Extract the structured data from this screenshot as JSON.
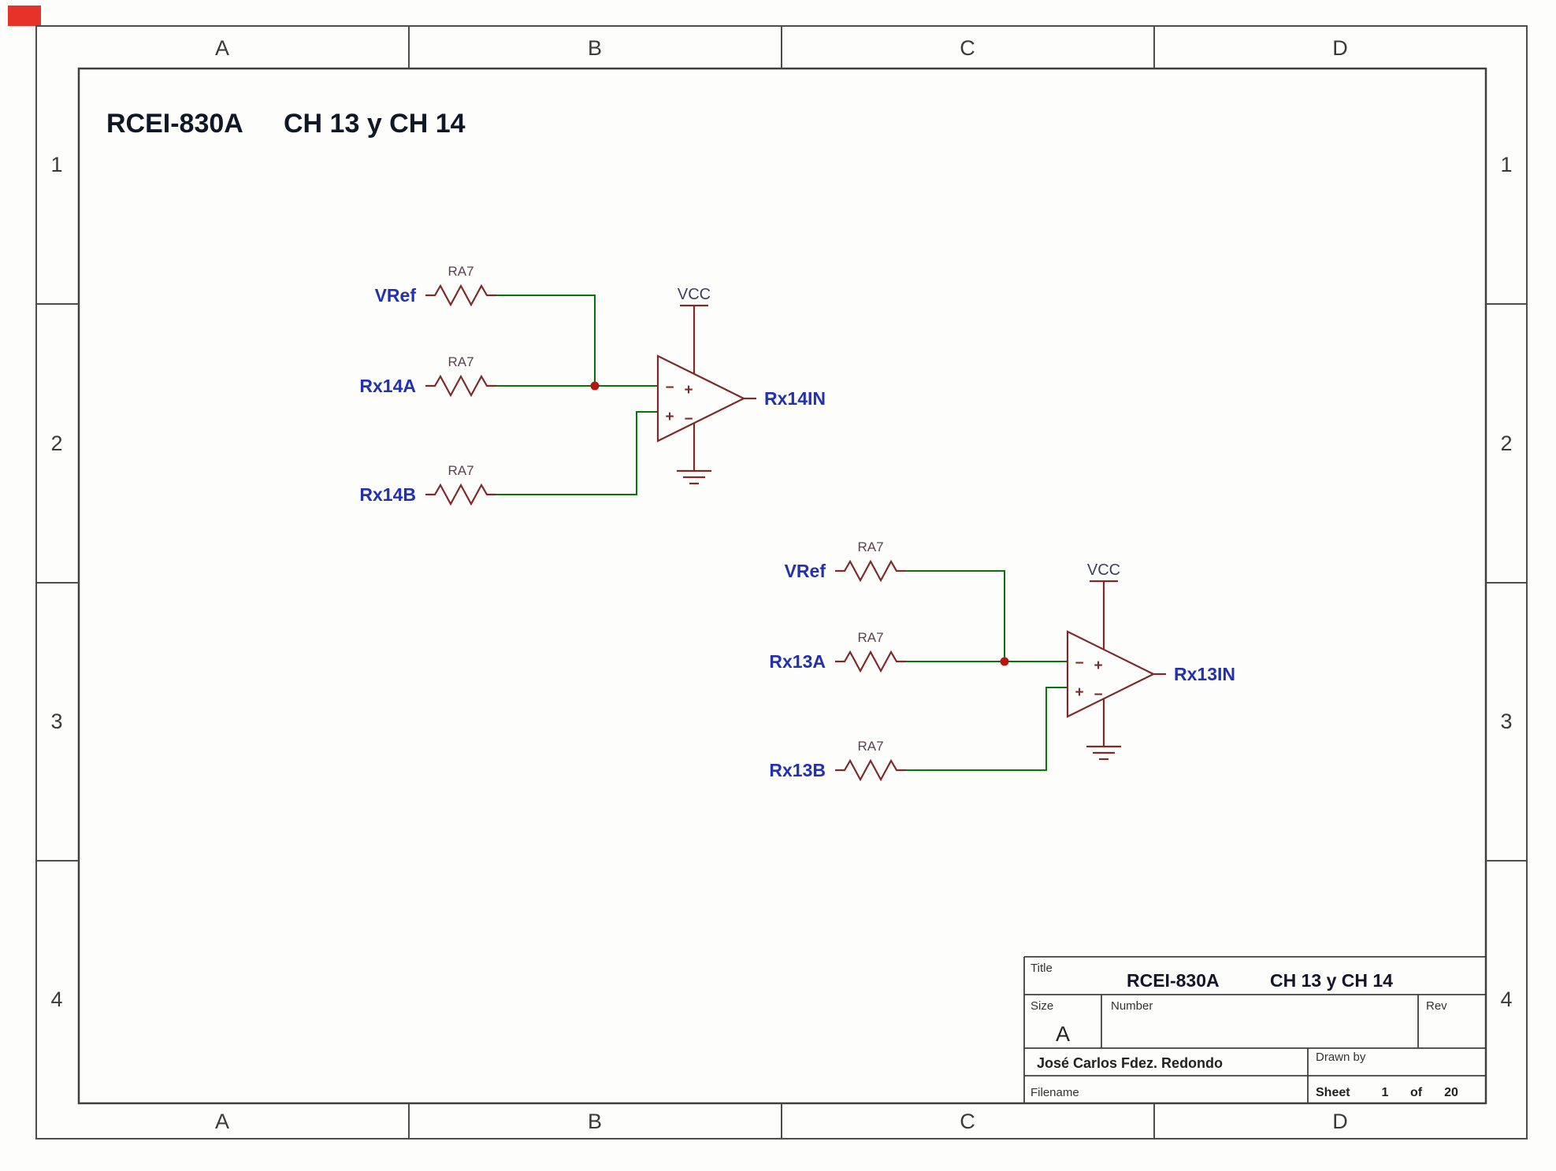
{
  "page": {
    "main_title_model": "RCEI-830A",
    "main_title_channels": "CH 13 y CH 14"
  },
  "zones": {
    "columns": [
      "A",
      "B",
      "C",
      "D"
    ],
    "rows": [
      "1",
      "2",
      "3",
      "4"
    ]
  },
  "circuits": [
    {
      "name": "CH14",
      "vref": "VRef",
      "input_a": "Rx14A",
      "input_b": "Rx14B",
      "output": "Rx14IN",
      "r_vref": "RA7",
      "r_a": "RA7",
      "r_b": "RA7",
      "vcc": "VCC"
    },
    {
      "name": "CH13",
      "vref": "VRef",
      "input_a": "Rx13A",
      "input_b": "Rx13B",
      "output": "Rx13IN",
      "r_vref": "RA7",
      "r_a": "RA7",
      "r_b": "RA7",
      "vcc": "VCC"
    }
  ],
  "opamp_marks": {
    "plus": "+",
    "minus": "−"
  },
  "title_block": {
    "title_label": "Title",
    "title_model": "RCEI-830A",
    "title_channels": "CH 13 y CH 14",
    "size_label": "Size",
    "size": "A",
    "number_label": "Number",
    "rev_label": "Rev",
    "author": "José Carlos Fdez. Redondo",
    "drawn_by_label": "Drawn by",
    "filename_label": "Filename",
    "sheet_label": "Sheet",
    "sheet_number": "1",
    "of_label": "of",
    "sheet_total": "20"
  },
  "colors": {
    "net_label_blue": "#2230b2",
    "wire_green": "#077507",
    "component_maroon": "#7e2a2a",
    "junction_red": "#b81414",
    "frame_gray": "#4d4d4d"
  }
}
